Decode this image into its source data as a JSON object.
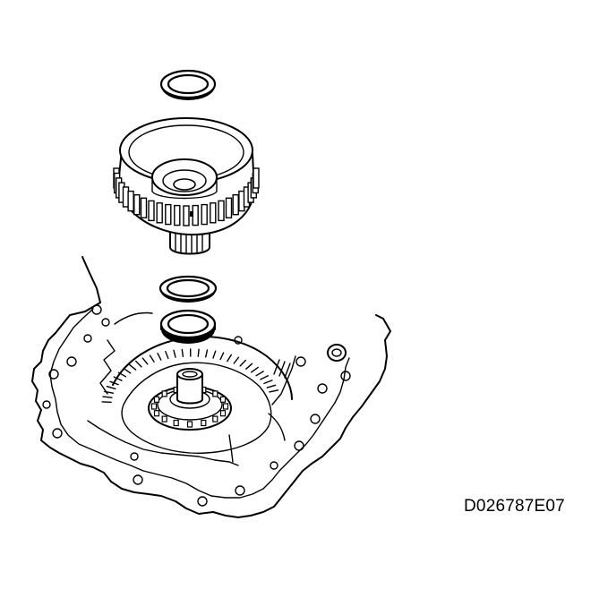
{
  "figure": {
    "code": "D026787E07",
    "parts": [
      "thrust-washer-upper",
      "planetary-ring-gear",
      "output-shaft",
      "thrust-washer-middle",
      "thrust-bearing-lower",
      "sun-gear-shaft",
      "transaxle-case"
    ]
  },
  "colors": {
    "ink": "#000000",
    "paper": "#ffffff"
  }
}
